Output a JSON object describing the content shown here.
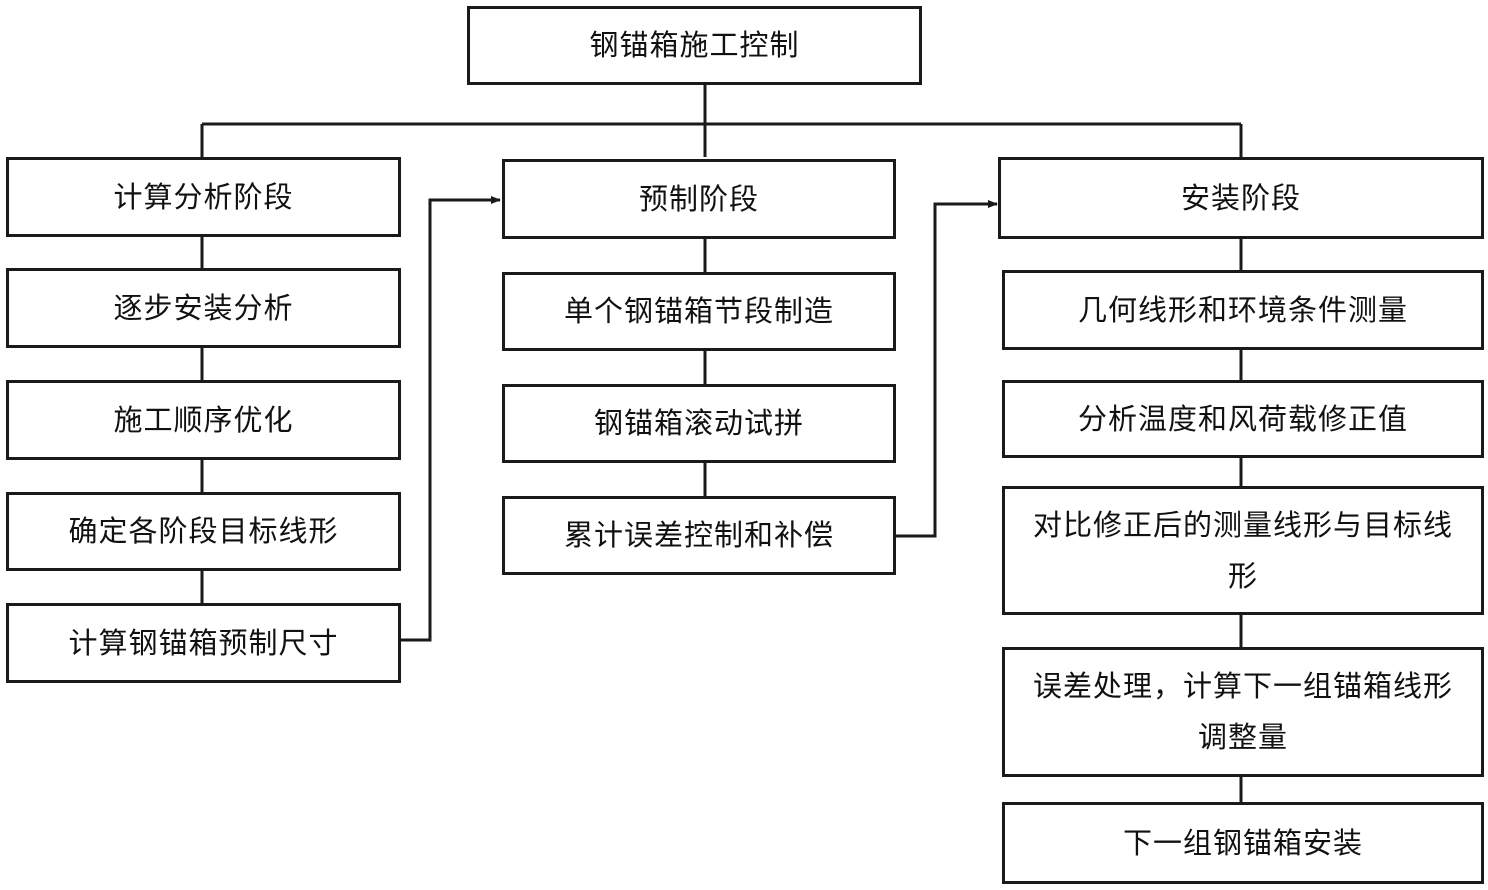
{
  "title": "钢锚箱施工控制",
  "columns": [
    {
      "header": "计算分析阶段",
      "steps": [
        "逐步安装分析",
        "施工顺序优化",
        "确定各阶段目标线形",
        "计算钢锚箱预制尺寸"
      ]
    },
    {
      "header": "预制阶段",
      "steps": [
        "单个钢锚箱节段制造",
        "钢锚箱滚动试拼",
        "累计误差控制和补偿"
      ]
    },
    {
      "header": "安装阶段",
      "steps": [
        "几何线形和环境条件测量",
        "分析温度和风荷载修正值",
        "对比修正后的测量线形与目标线形",
        "误差处理，计算下一组锚箱线形调整量",
        "下一组钢锚箱安装"
      ]
    }
  ],
  "colors": {
    "line": "#1a1a1a",
    "text": "#111111",
    "background": "#ffffff"
  }
}
